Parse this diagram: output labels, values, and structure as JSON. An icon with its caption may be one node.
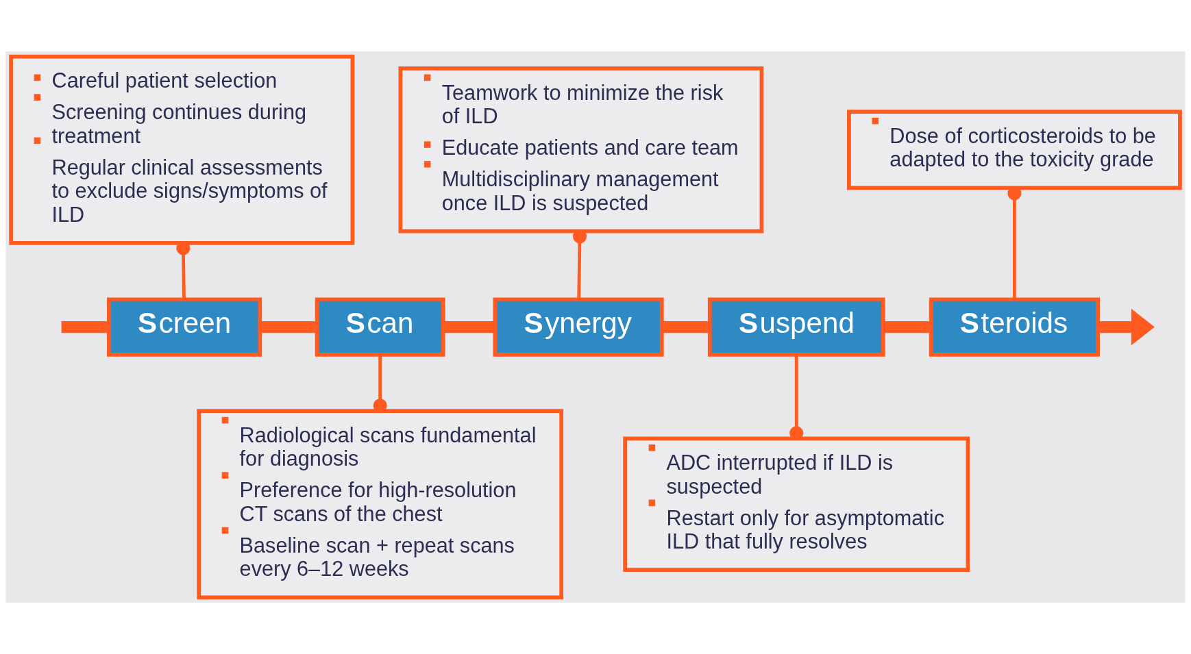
{
  "diagram": {
    "nodes": [
      {
        "text": [
          "Careful patient selection",
          "Screening continues during treatment",
          "Regular clinical assessments to exclude signs/symptoms of ILD"
        ]
      },
      {
        "text": [
          "Teamwork to minimize the risk of ILD",
          "Educate patients and care team",
          "Multidisciplinary management once ILD is suspected"
        ]
      },
      {
        "text": [
          "Dose of corticosteroids to be adapted to the toxicity grade"
        ]
      },
      {
        "text": [
          "**S**creen"
        ]
      },
      {
        "text": [
          "**S**can"
        ]
      },
      {
        "text": [
          "**S**ynergy"
        ]
      },
      {
        "text": [
          "**S**uspend"
        ]
      },
      {
        "text": [
          "**S**teroids"
        ]
      },
      {
        "text": [
          "Radiological scans fundamental for diagnosis",
          "Preference for high-resolution CT scans of the chest",
          "Baseline scan + repeat scans every 6–12 weeks"
        ]
      },
      {
        "text": [
          "ADC interrupted if ILD is suspected",
          "Restart only for asymptomatic ILD that fully resolves"
        ]
      }
    ],
    "edges": [
      {
        "from": null,
        "to": 3,
        "arrow": "none"
      },
      {
        "from": 3,
        "to": 4,
        "arrow": "none"
      },
      {
        "from": 4,
        "to": 5,
        "arrow": "none"
      },
      {
        "from": 5,
        "to": 6,
        "arrow": "none"
      },
      {
        "from": 6,
        "to": 7,
        "arrow": "none"
      },
      {
        "from": 7,
        "to": null,
        "arrow": "to"
      },
      {
        "from": 0,
        "to": 3,
        "arrow": "other"
      },
      {
        "from": 1,
        "to": 5,
        "arrow": "other"
      },
      {
        "from": 2,
        "to": 7,
        "arrow": "other"
      },
      {
        "from": 4,
        "to": 8,
        "arrow": "other"
      },
      {
        "from": 6,
        "to": 9,
        "arrow": "other"
      }
    ]
  }
}
